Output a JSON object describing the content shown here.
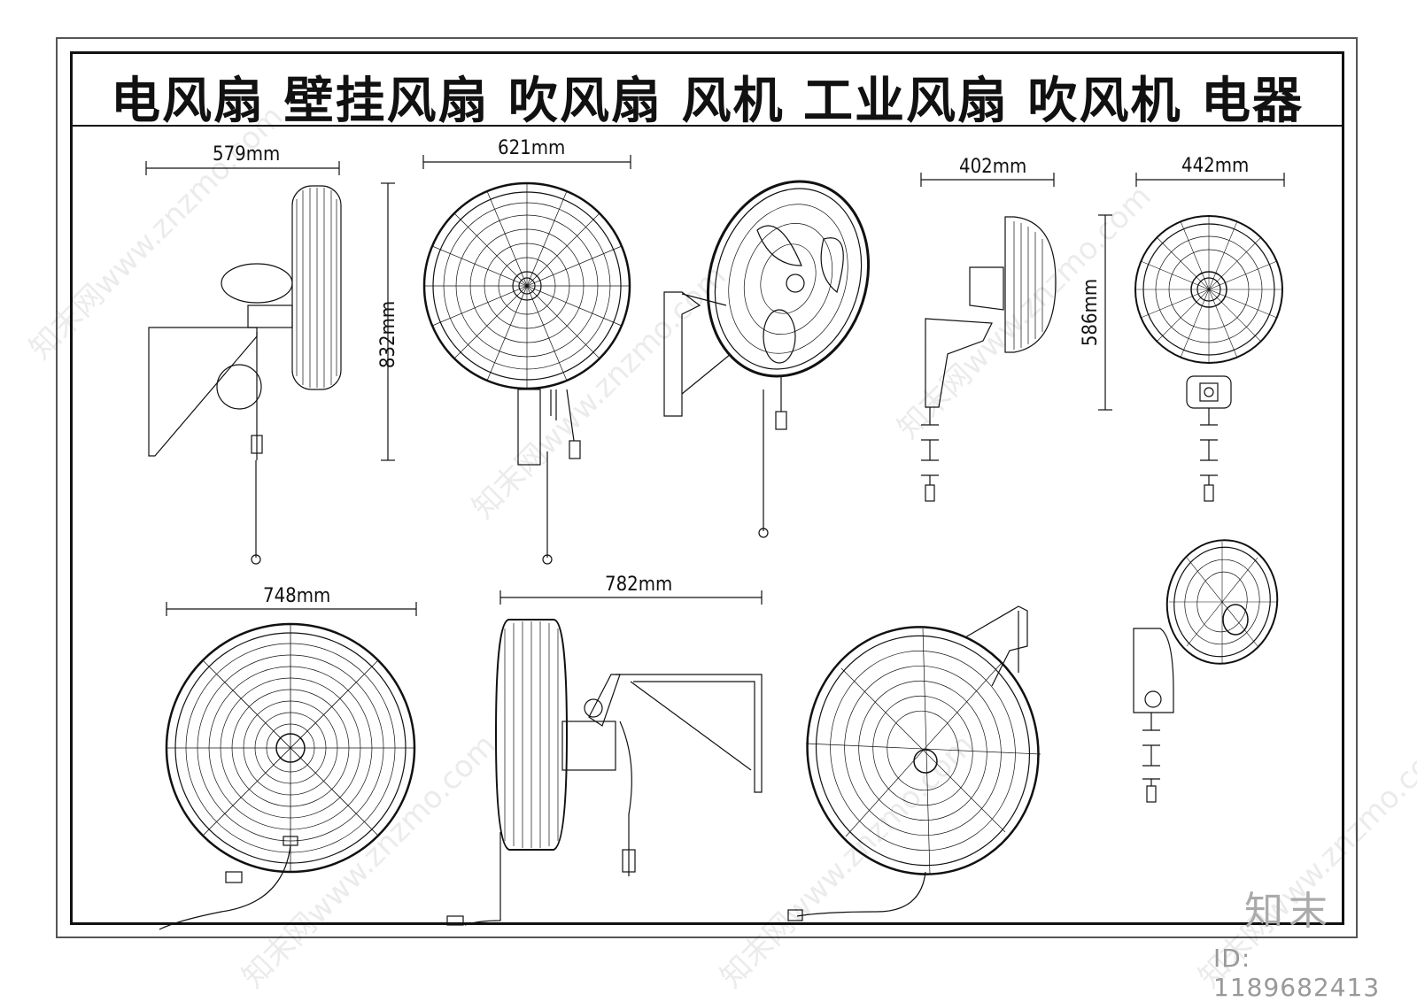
{
  "title": "电风扇 壁挂风扇 吹风扇 风机 工业风扇 吹风机 电器",
  "dimensions": {
    "d1": "579mm",
    "d2": "832mm",
    "d3": "621mm",
    "d4": "402mm",
    "d5": "586mm",
    "d6": "442mm",
    "d7": "748mm",
    "d8": "782mm"
  },
  "watermark_text": "知末网www.znzmo.com",
  "brand": "知末",
  "image_id": "ID: 1189682413",
  "colors": {
    "line": "#111111",
    "frame": "#555555",
    "watermark": "#cccccc"
  }
}
